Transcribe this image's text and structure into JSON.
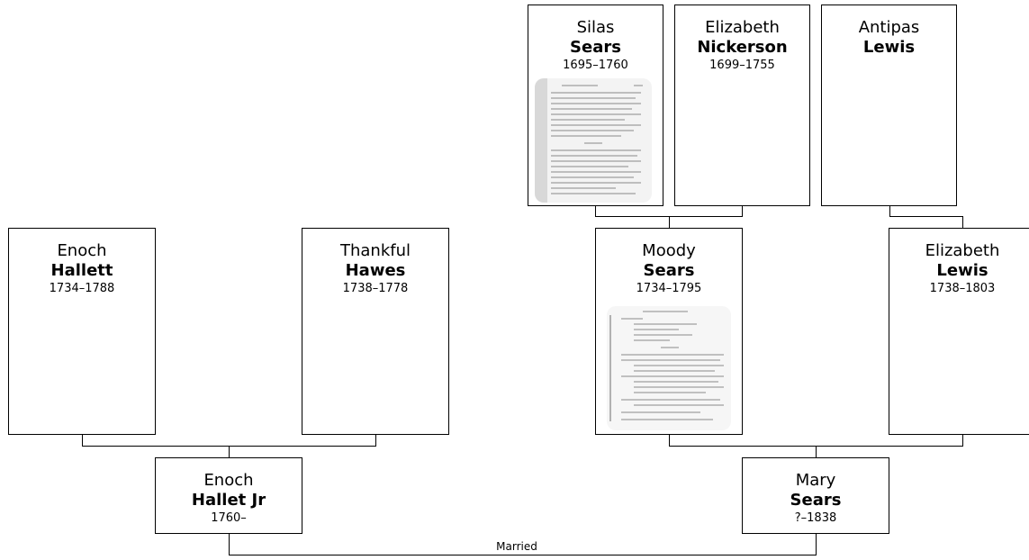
{
  "people": {
    "silas_sears": {
      "given": "Silas",
      "surname": "Sears",
      "dates": "1695–1760",
      "photo": "document-page-thumbnail"
    },
    "elizabeth_nickerson": {
      "given": "Elizabeth",
      "surname": "Nickerson",
      "dates": "1699–1755"
    },
    "antipas_lewis": {
      "given": "Antipas",
      "surname": "Lewis",
      "dates": ""
    },
    "enoch_hallett": {
      "given": "Enoch",
      "surname": "Hallett",
      "dates": "1734–1788"
    },
    "thankful_hawes": {
      "given": "Thankful",
      "surname": "Hawes",
      "dates": "1738–1778"
    },
    "moody_sears": {
      "given": "Moody",
      "surname": "Sears",
      "dates": "1734–1795",
      "photo": "document-page-thumbnail"
    },
    "elizabeth_lewis": {
      "given": "Elizabeth",
      "surname": "Lewis",
      "dates": "1738–1803"
    },
    "enoch_hallet_jr": {
      "given": "Enoch",
      "surname": "Hallet Jr",
      "dates": "1760–"
    },
    "mary_sears": {
      "given": "Mary",
      "surname": "Sears",
      "dates": "?–1838"
    }
  },
  "relationship_label": "Married",
  "colors": {
    "line": "#000000",
    "background": "#ffffff",
    "box_border": "#000000"
  }
}
